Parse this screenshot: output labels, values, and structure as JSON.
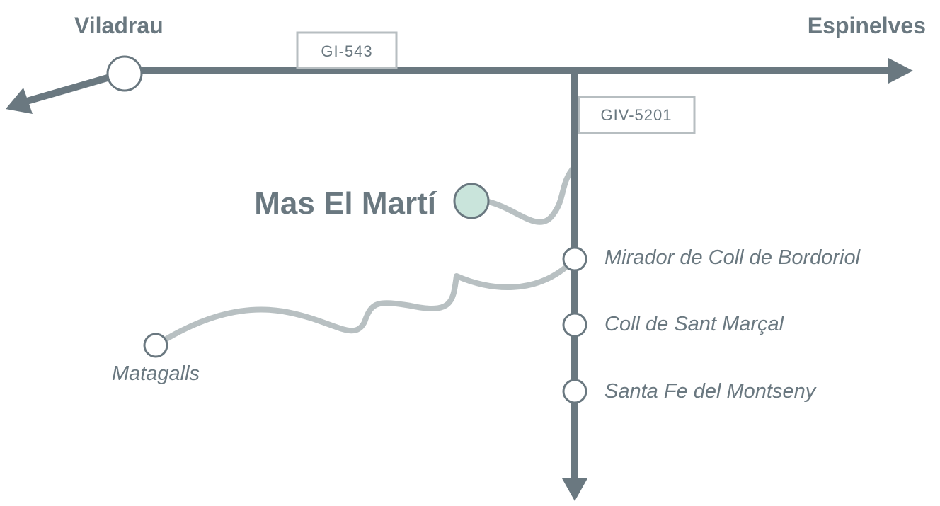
{
  "towns": {
    "left": "Viladrau",
    "right": "Espinelves"
  },
  "roads": {
    "main": "GI-543",
    "branch": "GIV-5201"
  },
  "destination": {
    "name": "Mas El Martí",
    "marker_color": "#c9e4db"
  },
  "stops": [
    {
      "name": "Mirador de Coll de Bordoriol"
    },
    {
      "name": "Coll de Sant Marçal"
    },
    {
      "name": "Santa Fe del Montseny"
    }
  ],
  "peak": {
    "name": "Matagalls"
  },
  "colors": {
    "road": "#6a7880",
    "path": "#b8c0c2",
    "text": "#6a7880",
    "background": "#ffffff"
  }
}
